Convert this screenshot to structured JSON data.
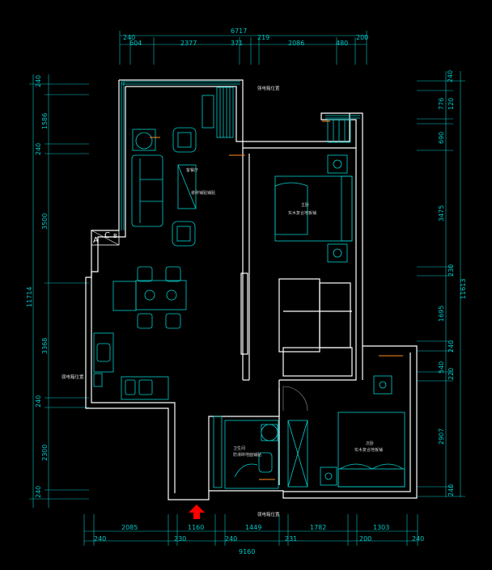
{
  "top_dims": {
    "total": "6717",
    "segments": [
      "240",
      "604",
      "2377",
      "371",
      "219",
      "2086",
      "480",
      "200"
    ]
  },
  "bottom_dims": {
    "row1": [
      "2085",
      "1160",
      "1449",
      "1782",
      "1303"
    ],
    "row2": [
      "240",
      "230",
      "240",
      "231",
      "200",
      "240"
    ],
    "total": "9160"
  },
  "left_dims": {
    "segments": [
      "240",
      "1586",
      "240",
      "3500",
      "3368",
      "240",
      "2300",
      "240"
    ],
    "total": "11714"
  },
  "right_dims": {
    "segments": [
      "240",
      "776",
      "120",
      "690",
      "3475",
      "230",
      "1695",
      "240",
      "540",
      "220",
      "2907",
      "240"
    ],
    "total": "11613"
  },
  "room_labels": {
    "living_room": "客餐厅",
    "living_note": "瓷砖铺贴铺贴",
    "master_bed": "主卧",
    "master_note": "实木复合地板铺",
    "second_bed": "次卧",
    "second_note": "实木复合地板铺",
    "bathroom": "卫生间",
    "bath_note": "防滑砖地面铺贴",
    "elec_top": "强电箱位置",
    "elec_left": "弱电箱位置",
    "elec_bottom": "弱电箱位置"
  },
  "markers": {
    "a": "A",
    "c": "C",
    "b": "B"
  },
  "colors": {
    "dimension": "#00c8c8",
    "wall": "#ffffff",
    "furniture": "#00d0d0",
    "entrance_arrow": "#ff0000"
  },
  "icons": [
    "entrance-arrow-icon"
  ]
}
